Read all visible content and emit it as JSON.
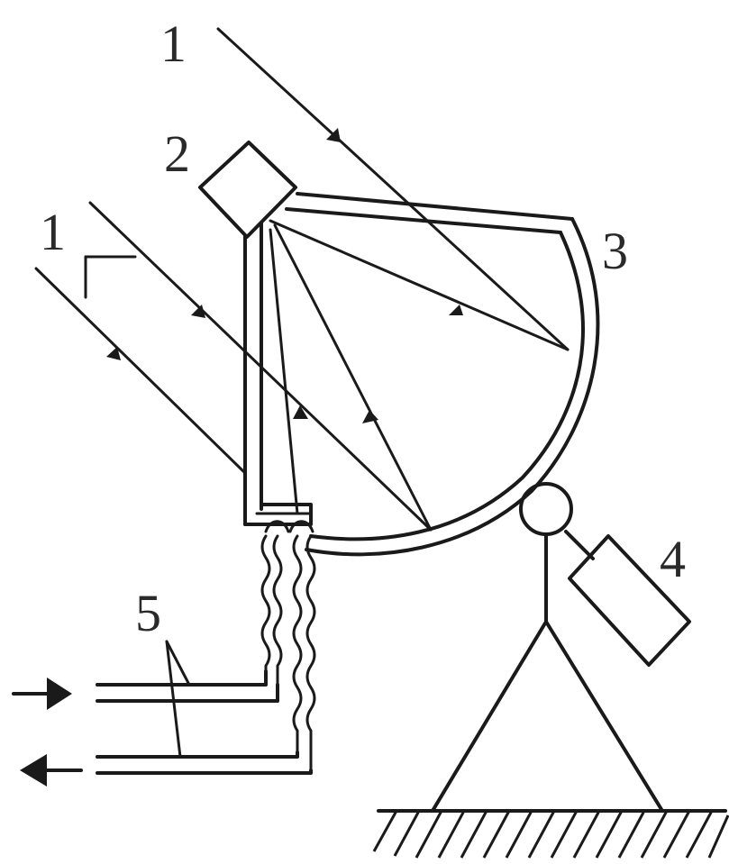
{
  "labels": {
    "incoming_rays_top": "1",
    "incoming_rays_left": "1",
    "receiver": "2",
    "concentrator": "3",
    "drive": "4",
    "pipes": "5"
  },
  "arrows": {
    "inflow_direction": "right",
    "outflow_direction": "left"
  },
  "colors": {
    "ink": "#1a1a1a",
    "background": "#ffffff"
  }
}
